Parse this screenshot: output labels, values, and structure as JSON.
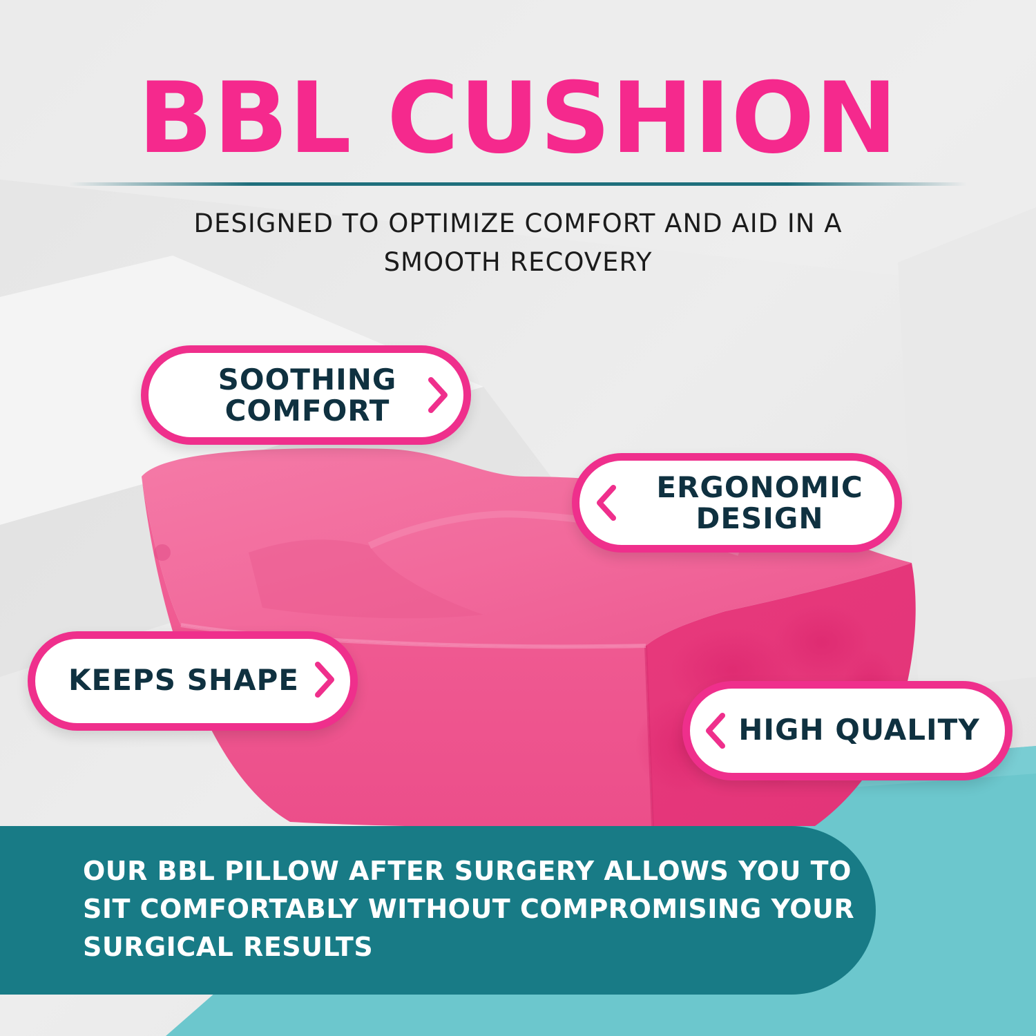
{
  "title": "BBL CUSHION",
  "subtitle": "DESIGNED TO OPTIMIZE COMFORT AND AID IN A SMOOTH RECOVERY",
  "features": {
    "soothing_comfort": {
      "line1": "SOOTHING",
      "line2": "COMFORT",
      "arrow": "chevron-right-icon"
    },
    "ergonomic_design": {
      "line1": "ERGONOMIC",
      "line2": "DESIGN",
      "arrow": "chevron-left-icon"
    },
    "keeps_shape": {
      "label": "KEEPS SHAPE",
      "arrow": "chevron-right-icon"
    },
    "high_quality": {
      "label": "HIGH QUALITY",
      "arrow": "chevron-left-icon"
    }
  },
  "banner": {
    "text": "OUR BBL PILLOW AFTER SURGERY ALLOWS YOU TO SIT COMFORTABLY WITHOUT COMPROMISING YOUR SURGICAL RESULTS"
  },
  "colors": {
    "title_pink": "#f5298d",
    "pill_border_pink": "#ef2f8c",
    "pill_text_navy": "#0f3140",
    "divider_teal": "#1f6f7c",
    "banner_teal": "#187b86",
    "floor_aqua": "#6cc7cd",
    "cushion_pink": "#f0508c"
  }
}
